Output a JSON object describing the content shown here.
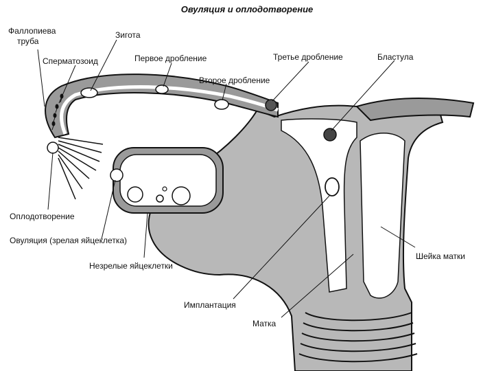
{
  "title": "Овуляция и оплодотворение",
  "labels": {
    "fallopian_tube_line1": "Фаллопиева",
    "fallopian_tube_line2": "труба",
    "zygote": "Зигота",
    "sperm": "Сперматозоид",
    "first_cleavage": "Первое дробление",
    "second_cleavage": "Второе дробление",
    "third_cleavage": "Третье дробление",
    "blastula": "Бластула",
    "fertilization": "Оплодотворение",
    "ovulation": "Овуляция (зрелая яйцеклетка)",
    "immature_eggs": "Незрелые яйцеклетки",
    "implantation": "Имплантация",
    "uterus": "Матка",
    "cervix": "Шейка матки"
  },
  "colors": {
    "ink": "#111111",
    "tissue_fill": "#9a9a9a",
    "wall_fill": "#b8b8b8",
    "lumen_fill": "#ffffff"
  }
}
